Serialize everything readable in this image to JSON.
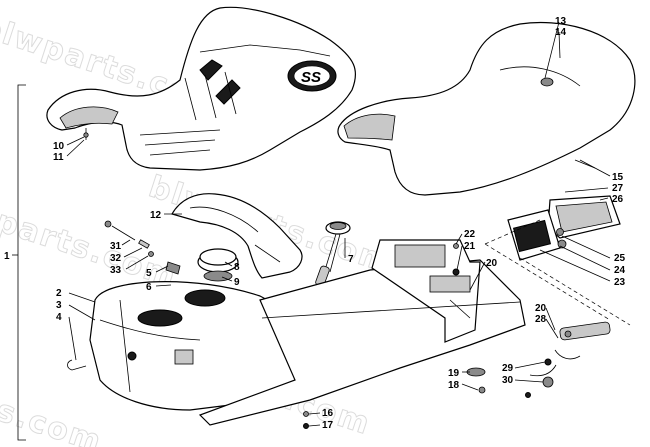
{
  "watermark": "blwparts.com",
  "seat_logo": "SS",
  "callouts": [
    {
      "id": "c1",
      "text": "1"
    },
    {
      "id": "c2",
      "text": "2"
    },
    {
      "id": "c3",
      "text": "3"
    },
    {
      "id": "c4",
      "text": "4"
    },
    {
      "id": "c5",
      "text": "5"
    },
    {
      "id": "c6",
      "text": "6"
    },
    {
      "id": "c7",
      "text": "7"
    },
    {
      "id": "c8",
      "text": "8"
    },
    {
      "id": "c9",
      "text": "9"
    },
    {
      "id": "c10",
      "text": "10"
    },
    {
      "id": "c11",
      "text": "11"
    },
    {
      "id": "c12",
      "text": "12"
    },
    {
      "id": "c13",
      "text": "13"
    },
    {
      "id": "c14",
      "text": "14"
    },
    {
      "id": "c15",
      "text": "15"
    },
    {
      "id": "c16",
      "text": "16"
    },
    {
      "id": "c17",
      "text": "17"
    },
    {
      "id": "c18",
      "text": "18"
    },
    {
      "id": "c19",
      "text": "19"
    },
    {
      "id": "c20a",
      "text": "20"
    },
    {
      "id": "c20b",
      "text": "20"
    },
    {
      "id": "c21",
      "text": "21"
    },
    {
      "id": "c22",
      "text": "22"
    },
    {
      "id": "c23",
      "text": "23"
    },
    {
      "id": "c24",
      "text": "24"
    },
    {
      "id": "c25",
      "text": "25"
    },
    {
      "id": "c26",
      "text": "26"
    },
    {
      "id": "c27",
      "text": "27"
    },
    {
      "id": "c28",
      "text": "28"
    },
    {
      "id": "c29",
      "text": "29"
    },
    {
      "id": "c30",
      "text": "30"
    },
    {
      "id": "c31",
      "text": "31"
    },
    {
      "id": "c32",
      "text": "32"
    },
    {
      "id": "c33",
      "text": "33"
    }
  ]
}
